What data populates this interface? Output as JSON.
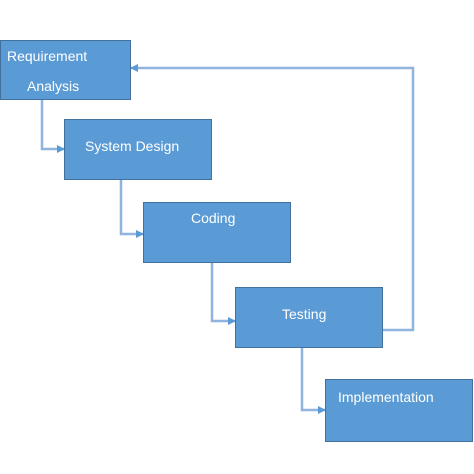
{
  "diagram": {
    "steps": [
      {
        "id": "requirement-analysis",
        "lines": [
          "Requirement",
          "Analysis"
        ]
      },
      {
        "id": "system-design",
        "lines": [
          "System Design"
        ]
      },
      {
        "id": "coding",
        "lines": [
          "Coding"
        ]
      },
      {
        "id": "testing",
        "lines": [
          "Testing"
        ]
      },
      {
        "id": "implementation",
        "lines": [
          "Implementation"
        ]
      }
    ],
    "colors": {
      "box_fill": "#5b9bd5",
      "box_border": "#41719c",
      "arrow": "#8fb4de",
      "text": "#ffffff"
    }
  }
}
